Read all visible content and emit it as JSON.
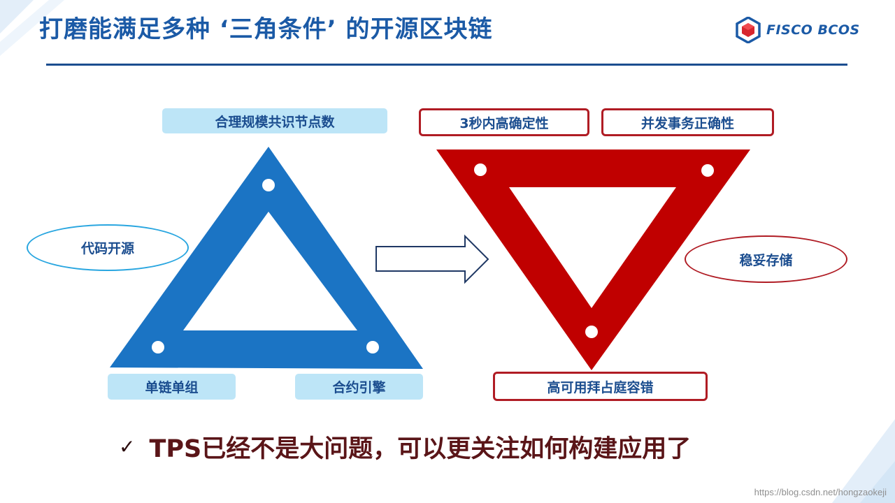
{
  "title": "打磨能满足多种 ‘三角条件’ 的开源区块链",
  "logo": {
    "text": "FISCO BCOS",
    "icon": "cube-logo-icon"
  },
  "left_triangle": {
    "top_label": "合理规模共识节点数",
    "left_oval": "代码开源",
    "bottom_left_label": "单链单组",
    "bottom_right_label": "合约引擎",
    "color": "#1b74c4"
  },
  "arrow": {
    "icon": "right-arrow-icon"
  },
  "right_triangle": {
    "top_left_label": "3秒内高确定性",
    "top_right_label": "并发事务正确性",
    "right_oval": "稳妥存储",
    "bottom_label": "高可用拜占庭容错",
    "color": "#c00000"
  },
  "conclusion": {
    "check": "✓",
    "text": "TPS已经不是大问题，可以更关注如何构建应用了"
  },
  "watermark": "https://blog.csdn.net/hongzaokeji",
  "colors": {
    "title_blue": "#1b5aa6",
    "accent_blue": "#1b74c4",
    "accent_red": "#c00000",
    "conclusion": "#5a1518"
  }
}
